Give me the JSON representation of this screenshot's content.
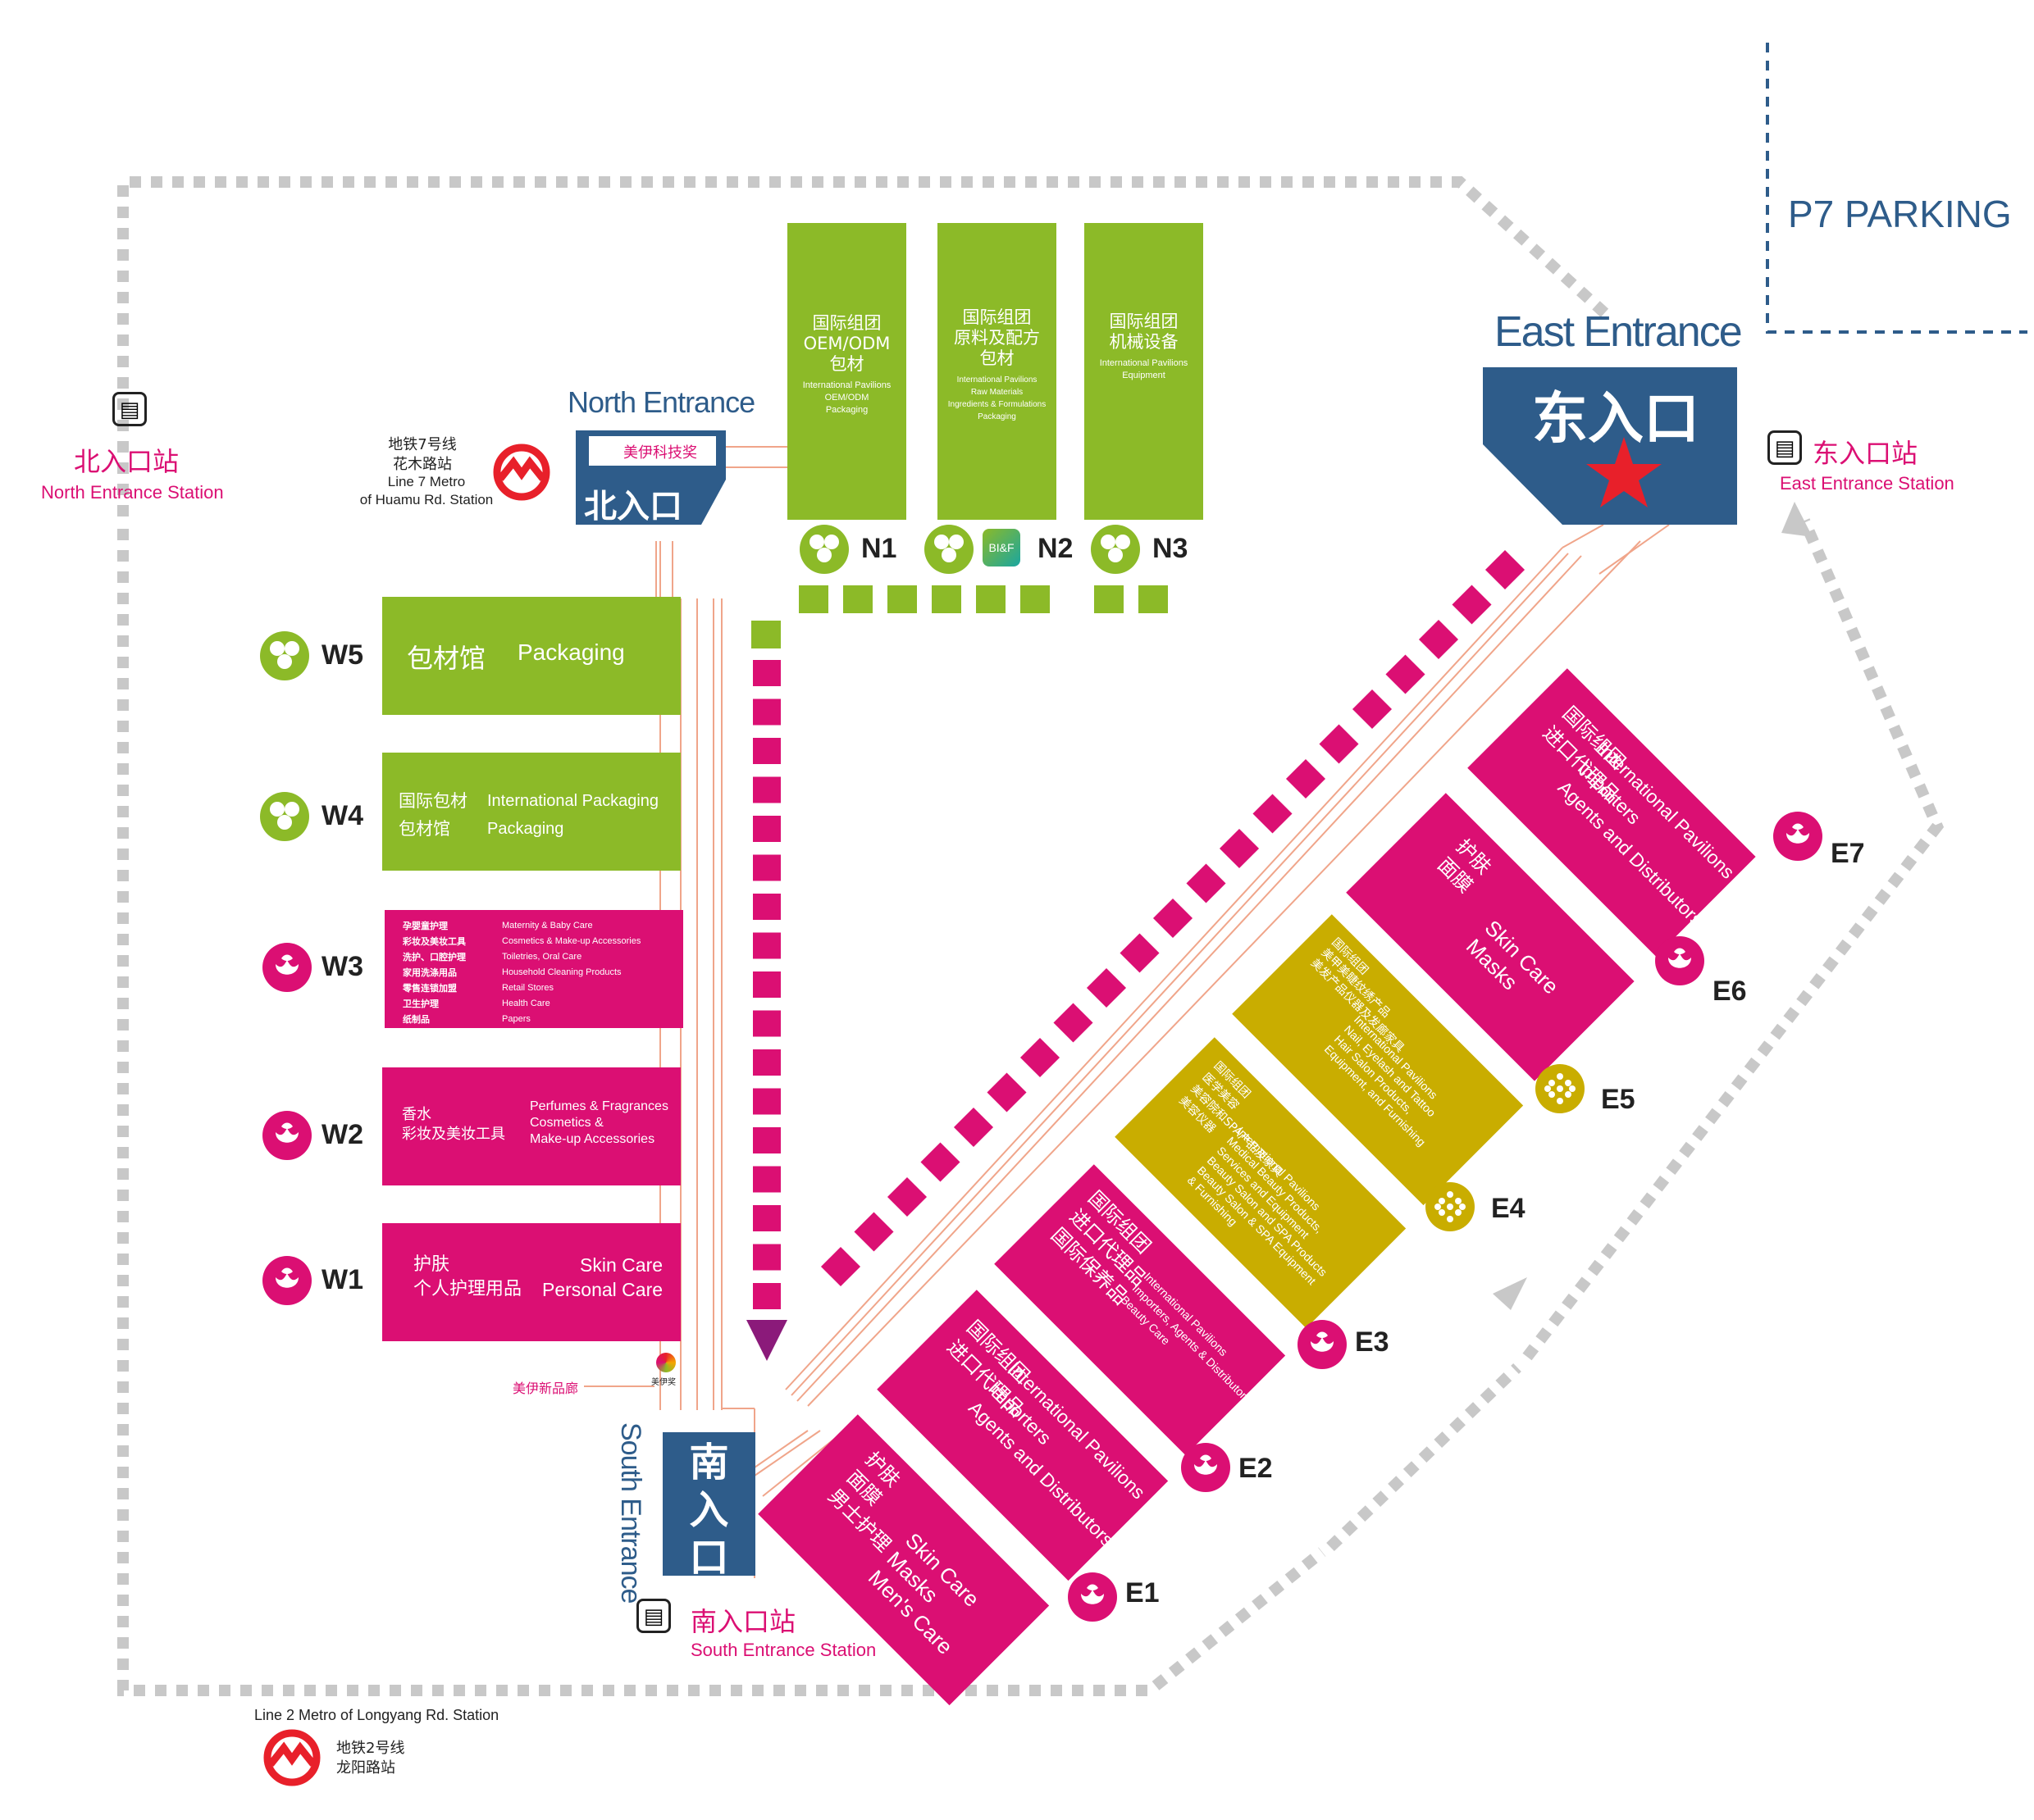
{
  "parking": "P7 PARKING",
  "entrances": {
    "east_en": "East Entrance",
    "east_cn": "东入口",
    "north_en": "North Entrance",
    "north_cn": "北入口",
    "north_sponsor": "美伊科技奖",
    "south_en": "South Entrance",
    "south_cn": "南入口"
  },
  "stations": {
    "north_cn": "北入口站",
    "north_en": "North Entrance Station",
    "east_cn": "东入口站",
    "east_en": "East Entrance Station",
    "south_cn": "南入口站",
    "south_en": "South Entrance Station",
    "metro7_cn_1": "地铁7号线",
    "metro7_cn_2": "花木路站",
    "metro7_en_1": "Line 7 Metro",
    "metro7_en_2": "of Huamu Rd. Station",
    "metro2_en": "Line 2 Metro of Longyang Rd. Station",
    "metro2_cn_1": "地铁2号线",
    "metro2_cn_2": "龙阳路站"
  },
  "gallery": {
    "label": "美伊新品廊",
    "logo_text": "美伊奖"
  },
  "colors": {
    "green": "#8cba28",
    "pink": "#db0f73",
    "gold": "#c9ad00",
    "blue": "#2e5c8a",
    "red": "#e8202a"
  },
  "north_halls": [
    {
      "id": "N1",
      "cn": [
        "国际组团",
        "OEM/ODM",
        "包材"
      ],
      "en": [
        "International Pavilions",
        "OEM/ODM",
        "Packaging"
      ]
    },
    {
      "id": "N2",
      "cn": [
        "国际组团",
        "原料及配方",
        "包材"
      ],
      "en": [
        "International Pavilions",
        "Raw Materials",
        "Ingredients & Formulations",
        "Packaging"
      ],
      "logo": "BI&F"
    },
    {
      "id": "N3",
      "cn": [
        "国际组团",
        "机械设备"
      ],
      "en": [
        "International Pavilions",
        "Equipment"
      ]
    }
  ],
  "west_halls": [
    {
      "id": "W5",
      "cn": "包材馆",
      "en": "Packaging",
      "icon": "packaging-icon"
    },
    {
      "id": "W4",
      "cn": [
        "国际包材",
        "包材馆"
      ],
      "en": [
        "International Packaging",
        "Packaging"
      ],
      "icon": "packaging-icon"
    },
    {
      "id": "W3",
      "cn": [
        "孕婴童护理",
        "彩妆及美妆工具",
        "洗护、口腔护理",
        "家用洗涤用品",
        "零售连锁加盟",
        "卫生护理",
        "纸制品"
      ],
      "en": [
        "Maternity & Baby Care",
        "Cosmetics & Make-up Accessories",
        "Toiletries, Oral Care",
        "Household Cleaning Products",
        "Retail Stores",
        "Health Care",
        "Papers"
      ],
      "icon": "flower-icon"
    },
    {
      "id": "W2",
      "cn": [
        "香水",
        "彩妆及美妆工具"
      ],
      "en": [
        "Perfumes & Fragrances",
        "Cosmetics &",
        "Make-up Accessories"
      ],
      "icon": "flower-icon"
    },
    {
      "id": "W1",
      "cn": [
        "护肤",
        "个人护理用品"
      ],
      "en": [
        "Skin Care",
        "Personal Care"
      ],
      "icon": "flower-icon"
    }
  ],
  "east_halls": [
    {
      "id": "E7",
      "cn": [
        "国际组团",
        "进口代理品"
      ],
      "en": [
        "International Pavilions",
        "Importers",
        "Agents and Distributors"
      ]
    },
    {
      "id": "E6",
      "cn": [
        "护肤",
        "面膜"
      ],
      "en": [
        "Skin Care",
        "Masks"
      ]
    },
    {
      "id": "E5",
      "cn": [
        "国际组团",
        "美甲美睫纹绣产品",
        "美发产品仪器及发廊家具"
      ],
      "en": [
        "International Pavilions",
        "Nail, Eyelash and Tattoo",
        "Hair Salon Products,",
        "Equipment, and Furnishing"
      ]
    },
    {
      "id": "E4",
      "cn": [
        "国际组团",
        "医学美容",
        "美容院和SPA产品及家具",
        "美容仪器"
      ],
      "en": [
        "International Pavilions",
        "Medical Beauty Products,",
        "Services and Equipment",
        "Beauty Salon and SPA Products",
        "Beauty Salon & SPA Equipment",
        "& Furnishing"
      ]
    },
    {
      "id": "E3",
      "cn": [
        "国际组团",
        "进口代理品",
        "国际保养品"
      ],
      "en": [
        "International Pavilions",
        "Importers, Agents & Distributors",
        "Beauty Care"
      ]
    },
    {
      "id": "E2",
      "cn": [
        "国际组团",
        "进口代理品"
      ],
      "en": [
        "International Pavilions",
        "Importers",
        "Agents and Distributors"
      ]
    },
    {
      "id": "E1",
      "cn": [
        "护肤",
        "面膜",
        "男士护理"
      ],
      "en": [
        "Skin Care",
        "Masks",
        "Men's Care"
      ]
    }
  ]
}
